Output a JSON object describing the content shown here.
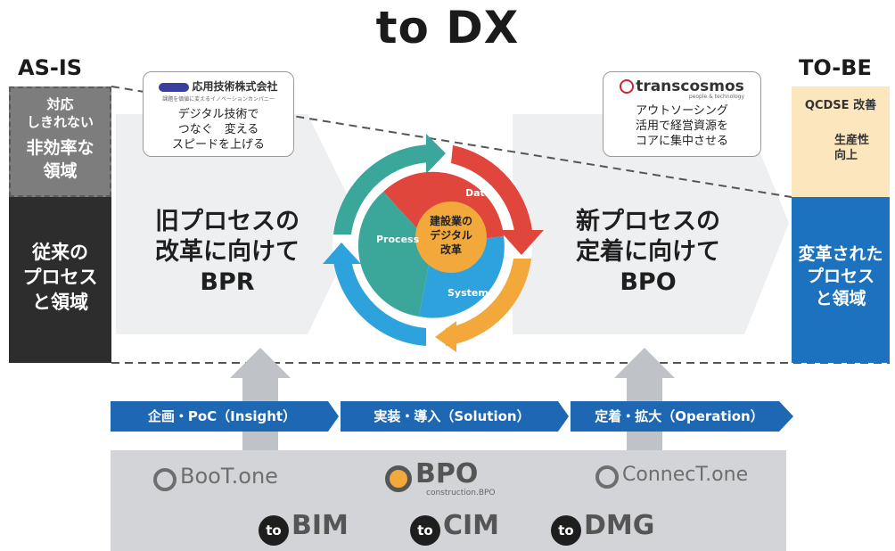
{
  "title": "to DX",
  "as_is": {
    "heading": "AS-IS",
    "top_line1": "対応",
    "top_line2": "しきれない",
    "top_line3": "非効率な",
    "top_line4": "領域",
    "bottom": "従来の\nプロセス\nと領域"
  },
  "to_be": {
    "heading": "TO-BE",
    "qcdse": "QCDSE 改善",
    "productivity": "生産性\n向上",
    "bottom": "変革された\nプロセス\nと領域"
  },
  "left_process": "旧プロセスの\n改革に向けて\nBPR",
  "right_process": "新プロセスの\n定着に向けて\nBPO",
  "left_callout": {
    "company": "応用技術株式会社",
    "tagline": "課題を価値に変えるイノベーションカンパニー",
    "body": "デジタル技術で\nつなぐ　変える\nスピードを上げる"
  },
  "right_callout": {
    "logo_text": "transcosmos",
    "logo_sub": "people & technology",
    "body": "アウトソーシング\n活用で経営資源を\nコアに集中させる"
  },
  "cycle": {
    "center": "建設業の\nデジタル\n改革",
    "data": "Data",
    "process": "Process",
    "system": "System"
  },
  "phases": [
    {
      "label": "企画・PoC（Insight）"
    },
    {
      "label": "実装・導入（Solution）"
    },
    {
      "label": "定着・拡大（Operation）"
    }
  ],
  "products": {
    "boot": "BooT.one",
    "bpo": "BPO",
    "bpo_sub": "construction.BPO",
    "connect": "ConnecT.one",
    "to_label": "to",
    "bim": "BIM",
    "cim": "CIM",
    "dmg": "DMG"
  },
  "colors": {
    "red": "#e0463c",
    "orange": "#f2a83a",
    "blue": "#2ea2dc",
    "teal": "#3aa79a",
    "phase_blue": "#1d67b3",
    "tobe_blue": "#1d72bf"
  }
}
